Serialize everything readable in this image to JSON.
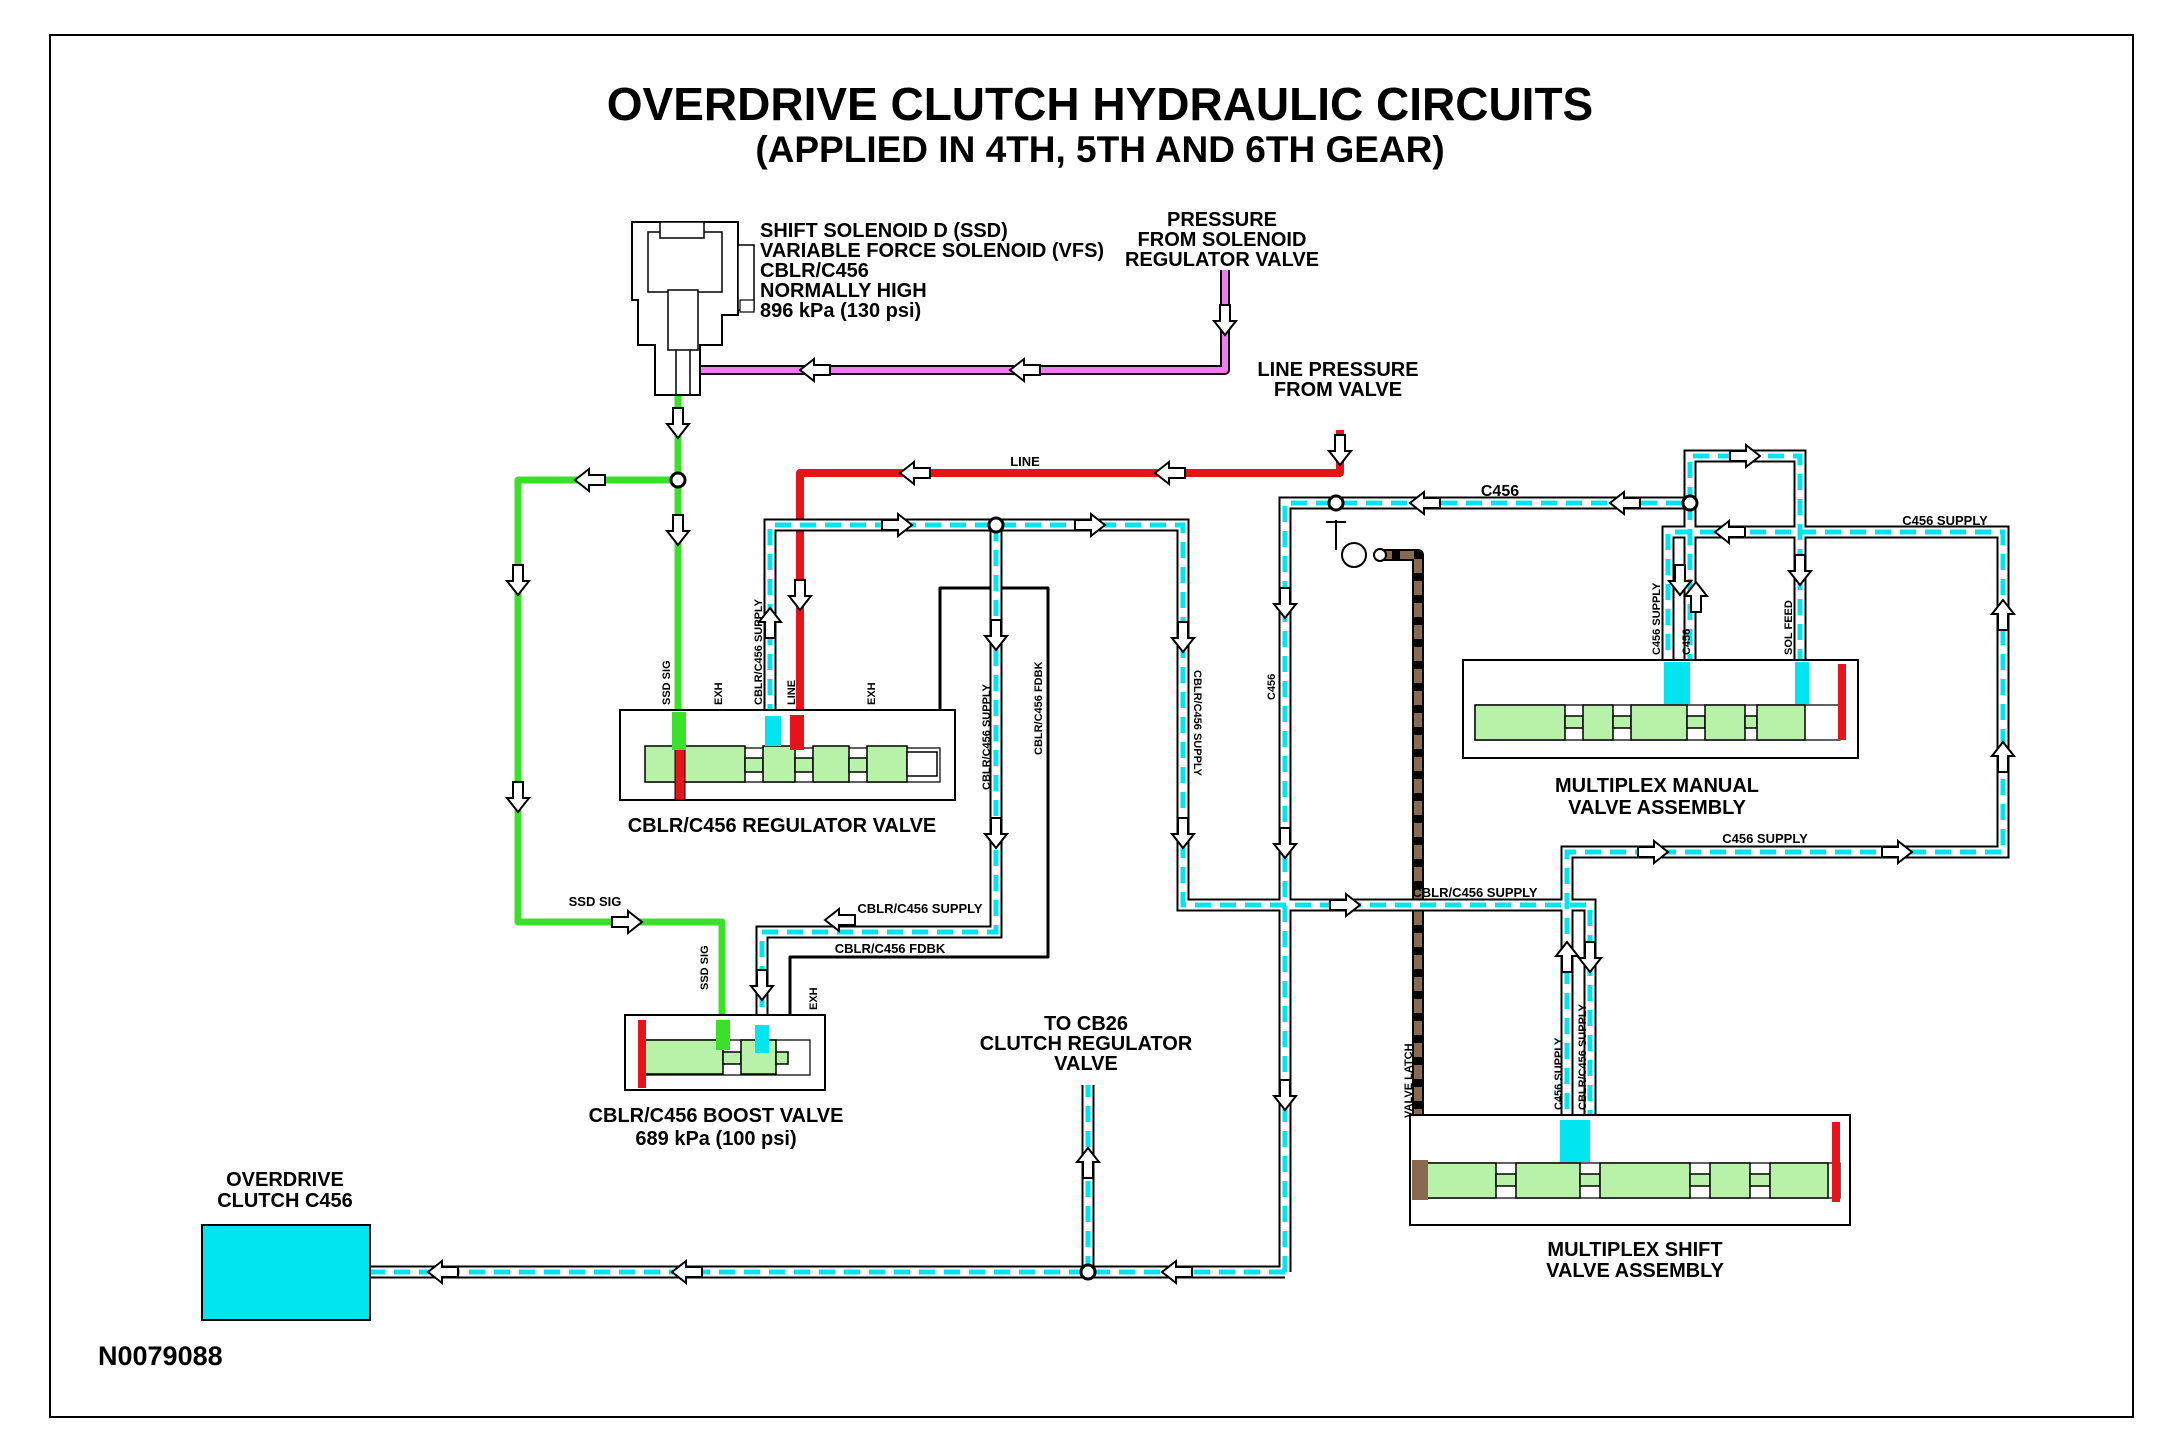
{
  "title": "OVERDRIVE CLUTCH HYDRAULIC CIRCUITS",
  "subtitle": "(APPLIED IN 4TH, 5TH AND 6TH GEAR)",
  "solenoid": {
    "lines": [
      "SHIFT SOLENOID D (SSD)",
      "VARIABLE FORCE SOLENOID (VFS)",
      "CBLR/C456",
      "NORMALLY HIGH",
      "896 kPa (130 psi)"
    ]
  },
  "sources": {
    "pressure": [
      "PRESSURE",
      "FROM SOLENOID",
      "REGULATOR VALVE"
    ],
    "line_pressure": [
      "LINE PRESSURE",
      "FROM VALVE"
    ]
  },
  "valves": {
    "regulator": "CBLR/C456 REGULATOR VALVE",
    "boost": [
      "CBLR/C456 BOOST VALVE",
      "689 kPa (100 psi)"
    ],
    "manual": [
      "MULTIPLEX MANUAL",
      "VALVE ASSEMBLY"
    ],
    "shift": [
      "MULTIPLEX SHIFT",
      "VALVE ASSEMBLY"
    ]
  },
  "to_cb26": [
    "TO CB26",
    "CLUTCH REGULATOR",
    "VALVE"
  ],
  "clutch": [
    "OVERDRIVE",
    "CLUTCH C456"
  ],
  "figure_id": "N0079088",
  "line_labels": {
    "line": "LINE",
    "c456": "C456",
    "c456_supply": "C456 SUPPLY",
    "cblr_c456_supply": "CBLR/C456 SUPPLY",
    "cblr_c456_fdbk": "CBLR/C456 FDBK",
    "ssd_sig": "SSD SIG"
  },
  "port_labels": {
    "regulator": [
      "SSD SIG",
      "EXH",
      "CBLR/C456 SUPPLY",
      "LINE",
      "EXH"
    ],
    "regulator_right": [
      "CBLR/C456 SUPPLY",
      "CBLR/C456 FDBK"
    ],
    "vertical": [
      "CBLR/C456 SUPPLY",
      "C456"
    ],
    "boost": [
      "SSD SIG",
      "EXH"
    ],
    "manual": [
      "C456 SUPPLY",
      "C456",
      "SOL FEED"
    ],
    "shift": [
      "VALVE LATCH",
      "C456 SUPPLY",
      "CBLR/C456 SUPPLY"
    ]
  },
  "colors": {
    "c456": "#00e5ef",
    "line": "#e8121a",
    "ssd_sig": "#3be02b",
    "pressure": "#f07cf0",
    "valve_latch": "#8a6a4e",
    "fdbk": "#000000",
    "spool": "#b8f2a8"
  }
}
